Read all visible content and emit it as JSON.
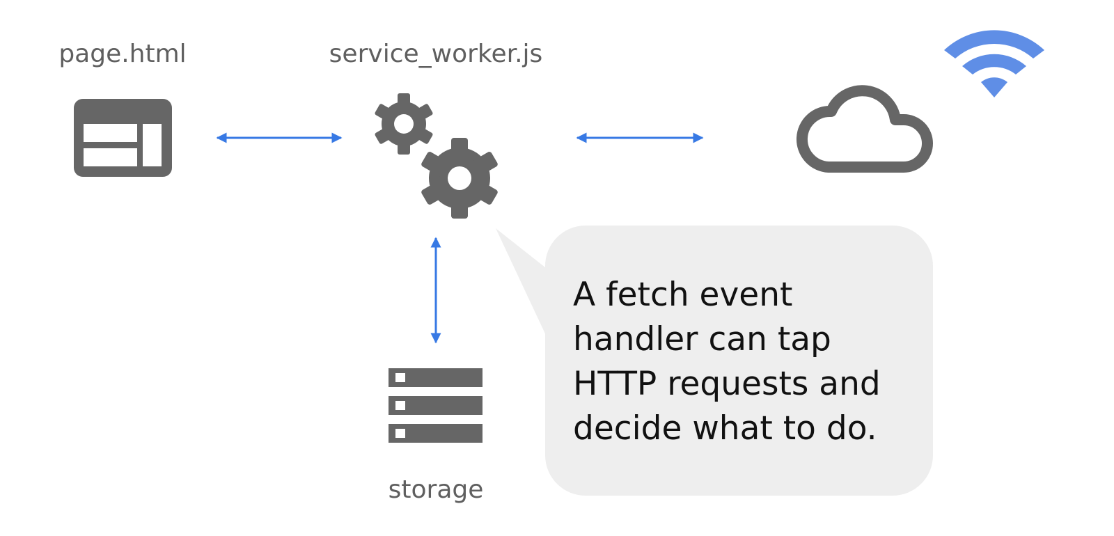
{
  "nodes": {
    "page": {
      "label": "page.html",
      "icon": "browser-window-icon"
    },
    "service_worker": {
      "label": "service_worker.js",
      "icon": "gears-icon"
    },
    "storage": {
      "label": "storage",
      "icon": "storage-stack-icon"
    },
    "network": {
      "icon": "cloud-icon"
    },
    "connectivity": {
      "icon": "wifi-icon"
    }
  },
  "callout": {
    "lines": [
      "A fetch event",
      "handler can tap",
      "HTTP requests and",
      "decide what to do."
    ]
  },
  "colors": {
    "icon": "#666666",
    "label": "#5f5f5f",
    "arrow": "#3779e4",
    "wifi": "#5f8ee6",
    "bubble": "#eeeeee",
    "callout_text": "#111111"
  }
}
